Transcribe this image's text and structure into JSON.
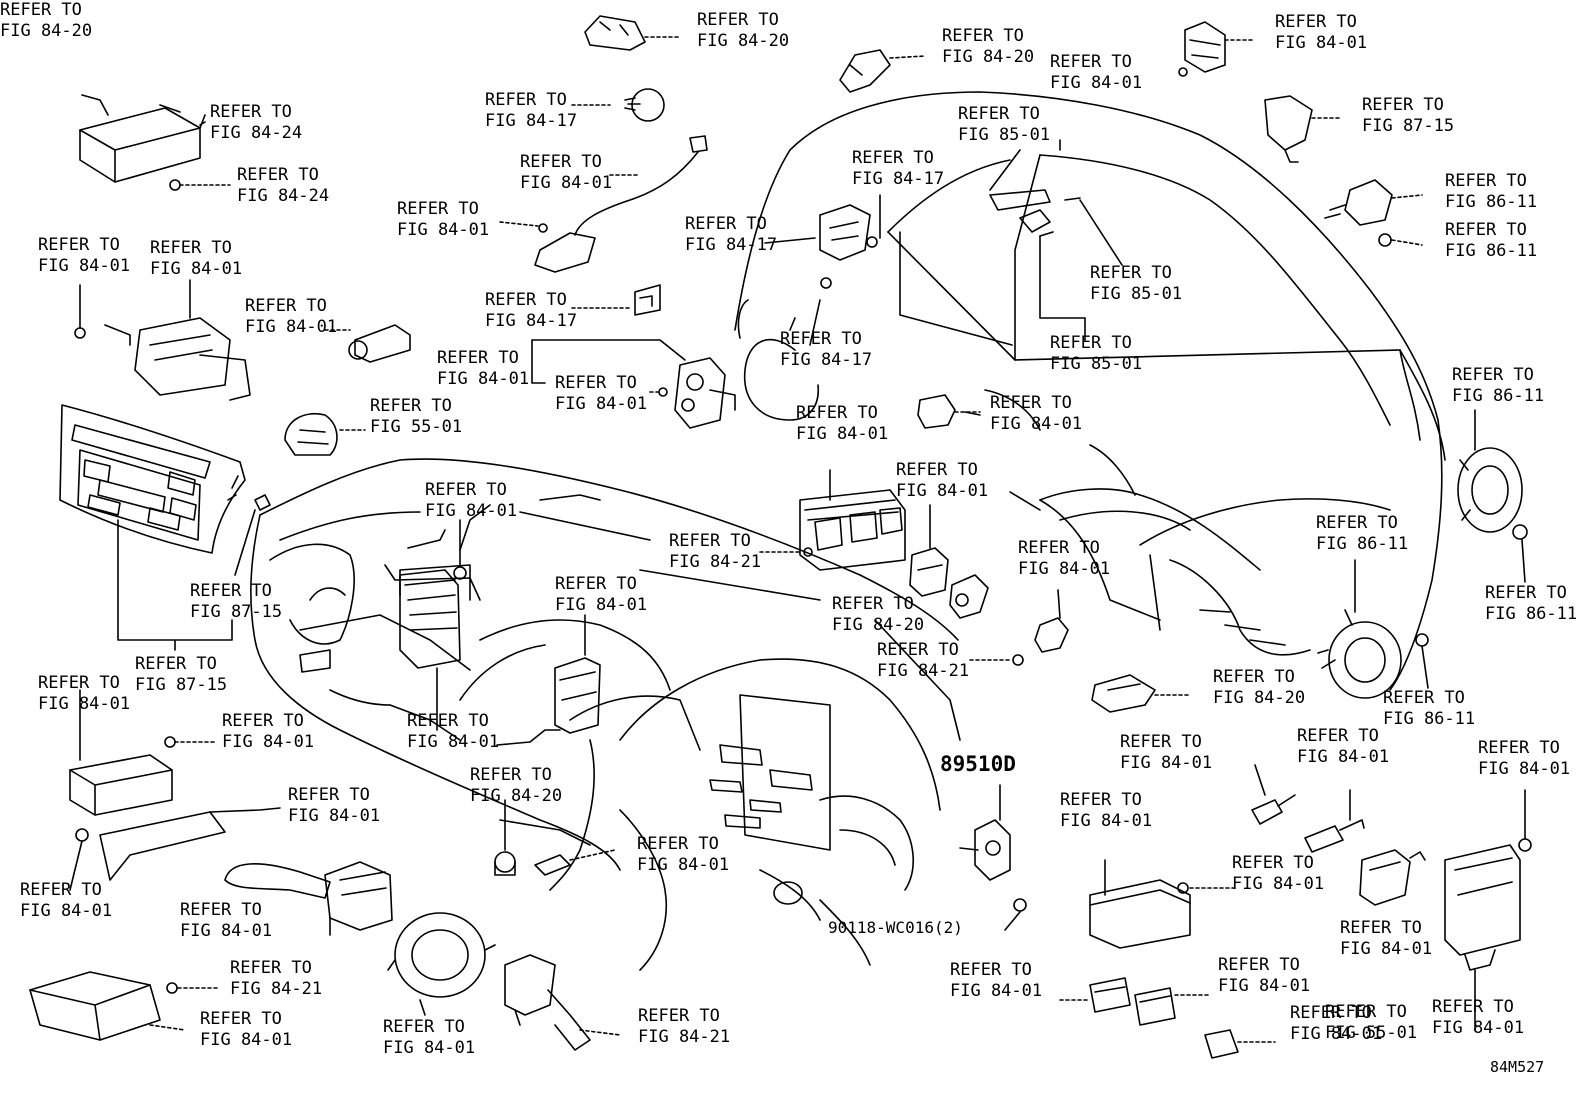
{
  "diagram": {
    "callouts": [
      [
        "REFER TO",
        "FIG 84-20"
      ],
      [
        "REFER TO",
        "FIG 84-20"
      ],
      [
        "REFER TO",
        "FIG 84-01"
      ],
      [
        "REFER TO",
        "FIG 84-01"
      ],
      [
        "REFER TO",
        "FIG 84-24"
      ],
      [
        "REFER TO",
        "FIG 84-17"
      ],
      [
        "REFER TO",
        "FIG 85-01"
      ],
      [
        "REFER TO",
        "FIG 87-15"
      ],
      [
        "REFER TO",
        "FIG 84-24"
      ],
      [
        "REFER TO",
        "FIG 84-01"
      ],
      [
        "REFER TO",
        "FIG 84-17"
      ],
      [
        "REFER TO",
        "FIG 86-11"
      ],
      [
        "REFER TO",
        "FIG 84-01"
      ],
      [
        "REFER TO",
        "FIG 84-17"
      ],
      [
        "REFER TO",
        "FIG 86-11"
      ],
      [
        "REFER TO",
        "FIG 84-01"
      ],
      [
        "REFER TO",
        "FIG 84-01"
      ],
      [
        "REFER TO",
        "FIG 85-01"
      ],
      [
        "REFER TO",
        "FIG 84-01"
      ],
      [
        "REFER TO",
        "FIG 84-17"
      ],
      [
        "REFER TO",
        "FIG 84-17"
      ],
      [
        "REFER TO",
        "FIG 85-01"
      ],
      [
        "REFER TO",
        "FIG 84-01"
      ],
      [
        "REFER TO",
        "FIG 84-01"
      ],
      [
        "REFER TO",
        "FIG 86-11"
      ],
      [
        "REFER TO",
        "FIG 84-01"
      ],
      [
        "REFER TO",
        "FIG 55-01"
      ],
      [
        "REFER TO",
        "FIG 84-01"
      ],
      [
        "REFER TO",
        "FIG 84-01"
      ],
      [
        "REFER TO",
        "FIG 84-01"
      ],
      [
        "REFER TO",
        "FIG 86-11"
      ],
      [
        "REFER TO",
        "FIG 84-01"
      ],
      [
        "REFER TO",
        "FIG 84-21"
      ],
      [
        "REFER TO",
        "FIG 86-11"
      ],
      [
        "REFER TO",
        "FIG 87-15"
      ],
      [
        "REFER TO",
        "FIG 84-01"
      ],
      [
        "REFER TO",
        "FIG 84-20"
      ],
      [
        "REFER TO",
        "FIG 84-21"
      ],
      [
        "REFER TO",
        "FIG 87-15"
      ],
      [
        "REFER TO",
        "FIG 84-01"
      ],
      [
        "REFER TO",
        "FIG 84-20"
      ],
      [
        "REFER TO",
        "FIG 86-11"
      ],
      [
        "REFER TO",
        "FIG 84-01"
      ],
      [
        "REFER TO",
        "FIG 84-01"
      ],
      [
        "REFER TO",
        "FIG 84-01"
      ],
      [
        "REFER TO",
        "FIG 84-01"
      ],
      [
        "REFER TO",
        "FIG 84-20"
      ],
      [
        "REFER TO",
        "FIG 84-01"
      ],
      [
        "REFER TO",
        "FIG 84-01"
      ],
      [
        "REFER TO",
        "FIG 84-01"
      ],
      [
        "REFER TO",
        "FIG 84-01"
      ],
      [
        "REFER TO",
        "FIG 84-01"
      ],
      [
        "REFER TO",
        "FIG 84-01"
      ],
      [
        "REFER TO",
        "FIG 84-01"
      ],
      [
        "REFER TO",
        "FIG 84-01"
      ],
      [
        "REFER TO",
        "FIG 84-01"
      ],
      [
        "REFER TO",
        "FIG 84-21"
      ],
      [
        "REFER TO",
        "FIG 84-01"
      ],
      [
        "REFER TO",
        "FIG 84-01"
      ],
      [
        "REFER TO",
        "FIG 84-21"
      ],
      [
        "REFER TO",
        "FIG 84-01"
      ],
      [
        "REFER TO",
        "FIG 84-01"
      ],
      [
        "REFER TO",
        "FIG 84-01"
      ],
      [
        "REFER TO",
        "FIG 55-01"
      ],
      [
        "REFER TO",
        "FIG 84-20"
      ]
    ],
    "part_number": "89510D",
    "bolt_label": "90118-WC016(2)",
    "figure_code": "84M527"
  }
}
